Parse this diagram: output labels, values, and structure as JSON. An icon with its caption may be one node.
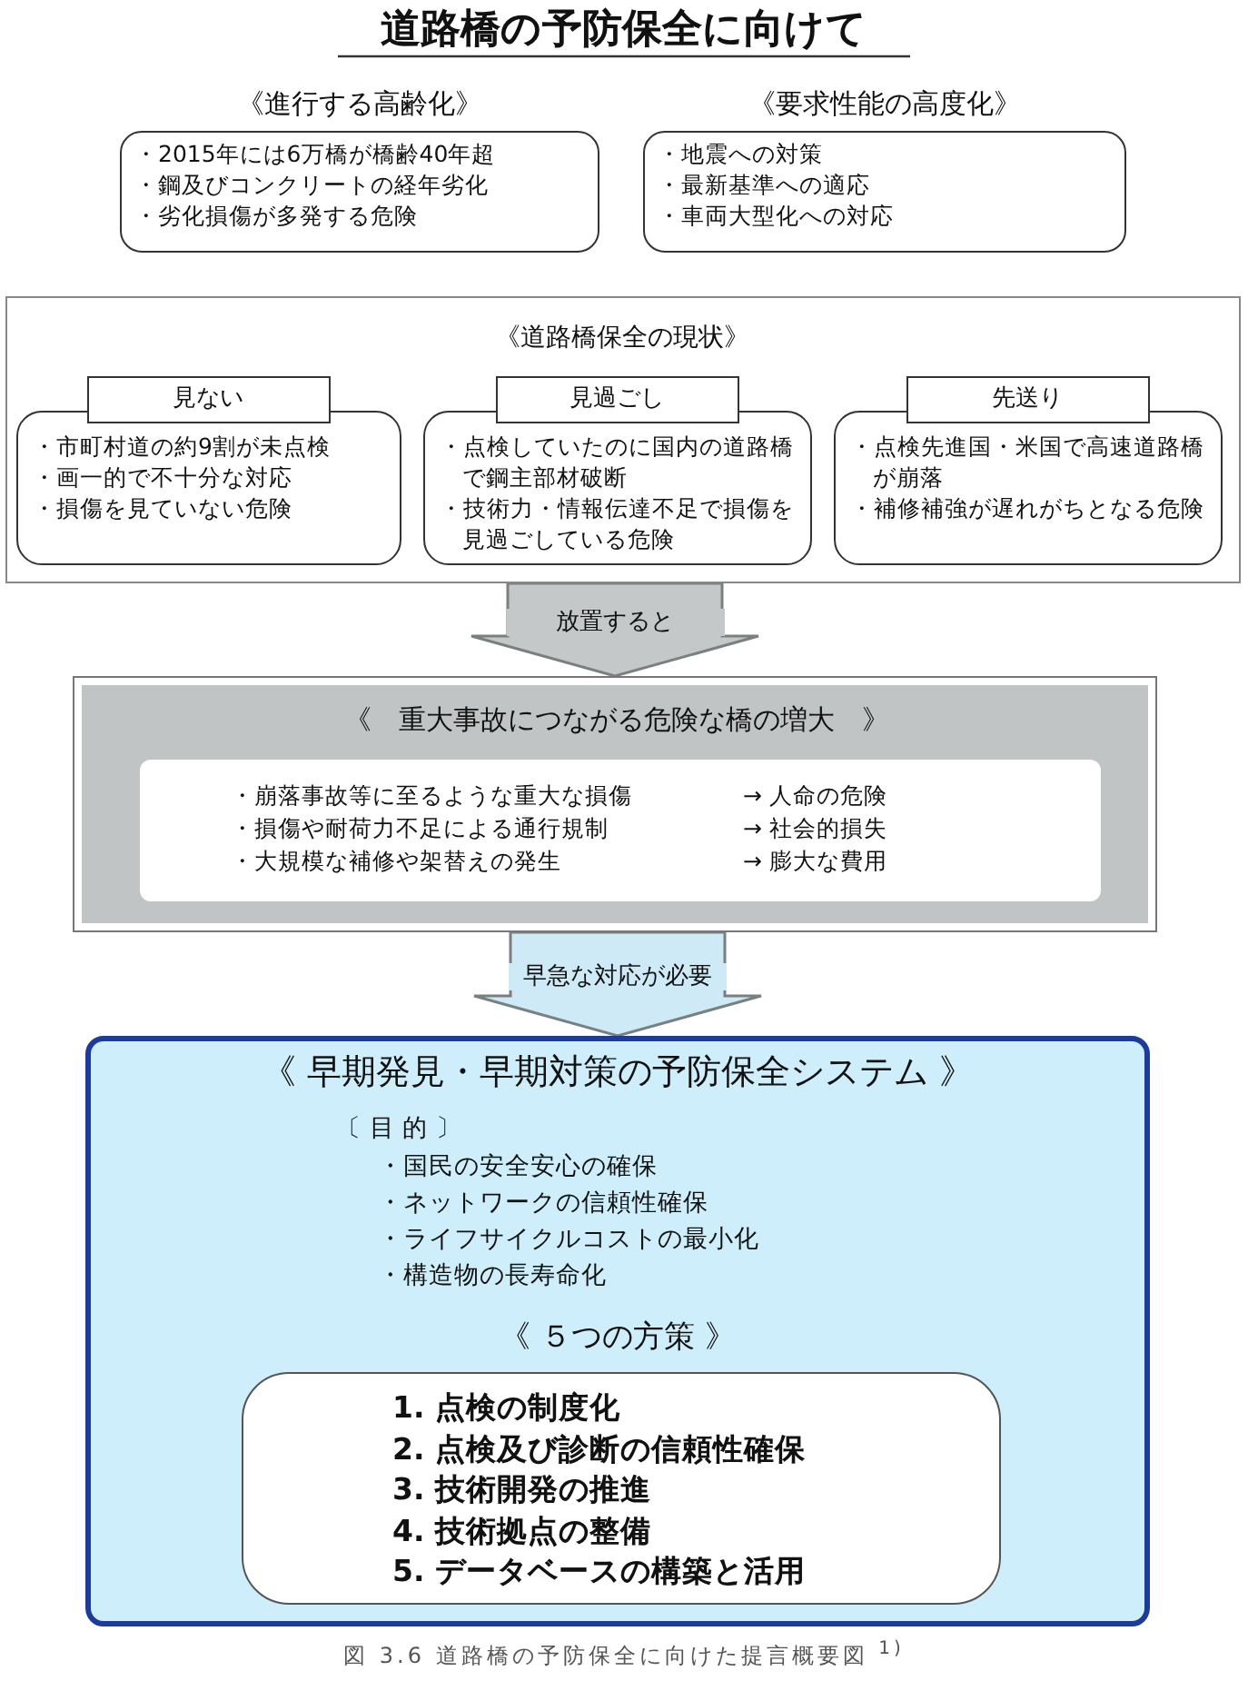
{
  "diagram": {
    "title": "道路橋の予防保全に向けて",
    "caption": "図 3.6 道路橋の予防保全に向けた提言概要図 $^{1)}$",
    "nodes": [
      {
        "text": [
          "《進行する高齢化》",
          "・2015年には6万橋が橋齢40年超",
          "・鋼及びコンクリートの経年劣化",
          "・劣化損傷が多発する危険"
        ]
      },
      {
        "text": [
          "《要求性能の高度化》",
          "・地震への対策",
          "・最新基準への適応",
          "・車両大型化への対応"
        ]
      },
      {
        "text": [
          "《道路橋保全の現状》"
        ]
      },
      {
        "text": [
          "見ない"
        ],
        "in": 2
      },
      {
        "text": [
          "・市町村道の約9割が未点検",
          "・画一的で不十分な対応",
          "・損傷を見ていない危険"
        ],
        "in": 2
      },
      {
        "text": [
          "見過ごし"
        ],
        "in": 2
      },
      {
        "text": [
          "・点検していたのに国内の道路橋で鋼主部材破断",
          "・技術力・情報伝達不足で損傷を見過ごしている危険"
        ],
        "in": 2
      },
      {
        "text": [
          "先送り"
        ],
        "in": 2
      },
      {
        "text": [
          "・点検先進国・米国で高速道路橋が崩落",
          "・補修補強が遅れがちとなる危険"
        ],
        "in": 2
      },
      {
        "text": [
          "《　重大事故につながる危険な橋の増大　》"
        ]
      },
      {
        "text": [
          "・崩落事故等に至るような重大な損傷",
          "→ 人命の危険",
          "・損傷や耐荷力不足による通行規制",
          "→ 社会的損失",
          "・大規模な補修や架替えの発生",
          "→ 膨大な費用"
        ],
        "in": 9
      },
      {
        "text": [
          "《 早期発見・早期対策の予防保全システム 》",
          "〔 目 的 〕",
          "・国民の安全安心の確保",
          "・ネットワークの信頼性確保",
          "・ライフサイクルコストの最小化",
          "・構造物の長寿命化",
          "《 ５つの方策 》"
        ]
      },
      {
        "text": [
          "1. 点検の制度化",
          "2. 点検及び診断の信頼性確保",
          "3. 技術開発の推進",
          "4. 技術拠点の整備",
          "5. データベースの構築と活用"
        ],
        "in": 11
      }
    ],
    "edges": [
      {
        "from": 2,
        "to": 9,
        "arrow": "to",
        "label": "放置すると",
        "style": "thick",
        "color": "#c4c8c8"
      },
      {
        "from": 9,
        "to": 11,
        "arrow": "to",
        "label": "早急な対応が必要",
        "style": "thick",
        "color": "#cdeaf6"
      }
    ]
  }
}
